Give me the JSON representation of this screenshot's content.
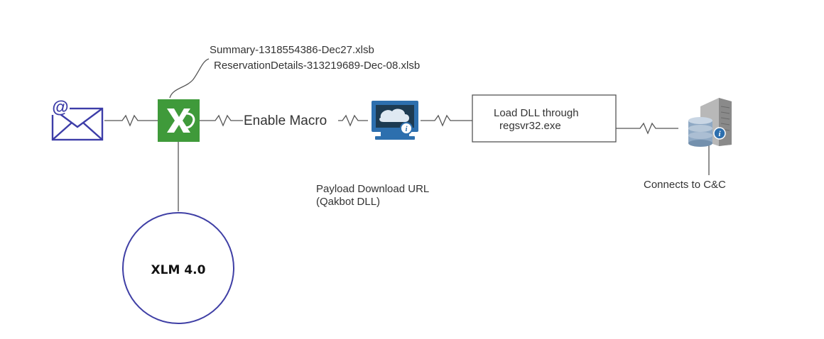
{
  "diagram": {
    "file_labels": {
      "summary_file": "Summary-1318554386-Dec27.xlsb",
      "reservation_file": "ReservationDetails-313219689-Dec-08.xlsb"
    },
    "edge_label_enable_macro": "Enable Macro",
    "payload_label": {
      "line1": "Payload Download URL",
      "line2": "(Qakbot DLL)"
    },
    "process_box": {
      "line1": "Load DLL through",
      "line2": "regsvr32.exe"
    },
    "server_label": "Connects to C&C",
    "circle_label": "XLM 4.0",
    "icons": {
      "email": "email-envelope-icon",
      "excel": "excel-spreadsheet-icon",
      "download": "web-download-monitor-icon",
      "server": "database-server-icon"
    },
    "colors": {
      "email_icon": "#3d3da8",
      "excel_green": "#3f9a3a",
      "monitor_blue": "#2d6fae",
      "circle_stroke": "#3f3fa5",
      "connector": "#555555",
      "server_gray": "#8a8a8a"
    }
  }
}
